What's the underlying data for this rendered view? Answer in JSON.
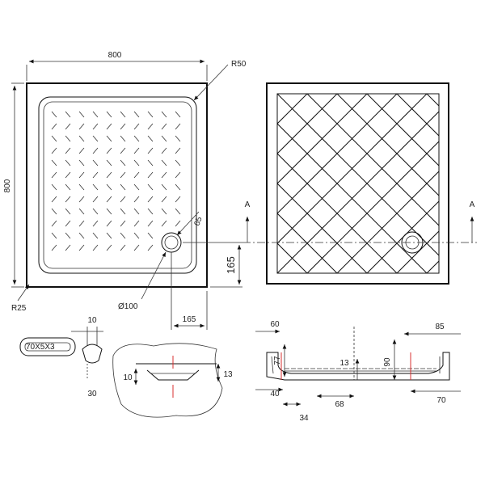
{
  "plan": {
    "width_label": "800",
    "height_label": "800",
    "corner_radius_top": "R50",
    "corner_radius_bottom": "R25",
    "drain_offset_label": "65",
    "drain_diameter_label": "Ø100",
    "drain_x_label": "165",
    "drain_y_label": "165"
  },
  "bottom": {
    "section_marker": "A",
    "section_marker_right": "A"
  },
  "details": {
    "grip_label": "70X5X3",
    "plug_top_label": "10",
    "plug_bottom_label": "30",
    "waste_left_label": "10",
    "waste_right_label": "13"
  },
  "section": {
    "dim_60": "60",
    "dim_85": "85",
    "dim_77": "77",
    "dim_13": "13",
    "dim_90": "90",
    "dim_40": "40",
    "dim_68": "68",
    "dim_70": "70",
    "dim_34": "34"
  }
}
